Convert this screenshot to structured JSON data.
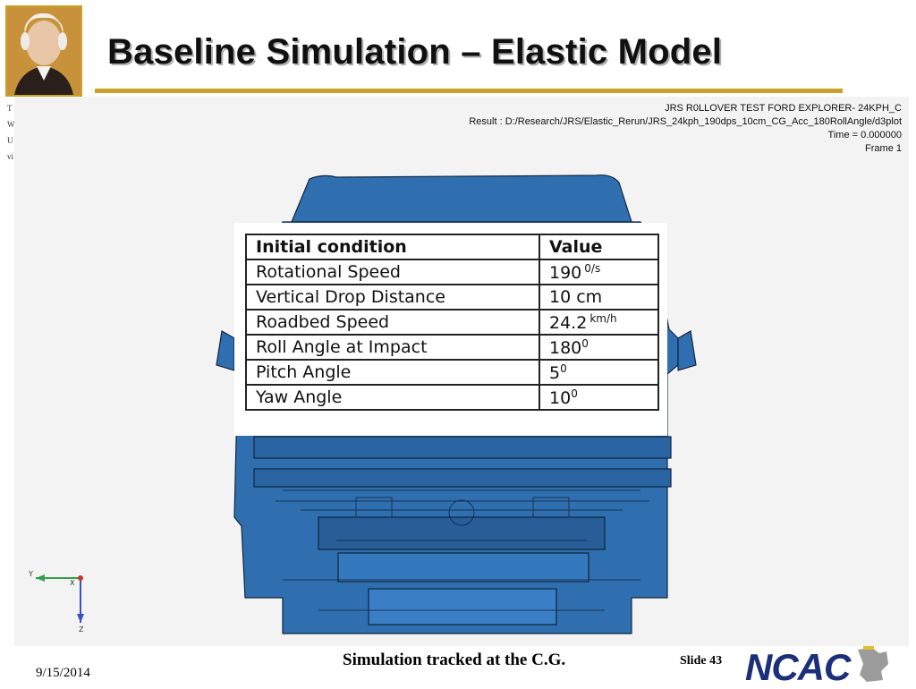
{
  "slide": {
    "title": "Baseline Simulation – Elastic Model",
    "side_letters": [
      "T",
      "W",
      "U",
      "vi"
    ],
    "caption": "Simulation tracked at the C.G.",
    "slide_number": "Slide 43",
    "date": "9/15/2014",
    "logo_text": "NCAC",
    "portrait_icon": "george-washington-portrait"
  },
  "simulation": {
    "header_lines": [
      "JRS R0LLOVER TEST FORD EXPLORER- 24KPH_C",
      "Result : D:/Research/JRS/Elastic_Rerun/JRS_24kph_190dps_10cm_CG_Acc_180RollAngle/d3plot",
      "Time = 0.000000",
      "Frame 1"
    ],
    "axis_labels": {
      "y": "Y",
      "x": "X",
      "z": "Z"
    },
    "model_color": "#2f6fb0"
  },
  "table": {
    "headers": [
      "Initial condition",
      "Value"
    ],
    "rows": [
      {
        "label": "Rotational Speed",
        "value": "190",
        "unit": "0/s",
        "sup": ""
      },
      {
        "label": "Vertical Drop Distance",
        "value": "10 cm",
        "unit": "",
        "sup": ""
      },
      {
        "label": "Roadbed Speed",
        "value": "24.2",
        "unit": "km/h",
        "sup": ""
      },
      {
        "label": "Roll Angle at Impact",
        "value": "180",
        "unit": "",
        "sup": "0"
      },
      {
        "label": "Pitch Angle",
        "value": "5",
        "unit": "",
        "sup": "0"
      },
      {
        "label": "Yaw Angle",
        "value": "10",
        "unit": "",
        "sup": "0"
      }
    ]
  },
  "colors": {
    "accent_gold": "#c9a227",
    "logo_blue": "#1b2f7a"
  }
}
